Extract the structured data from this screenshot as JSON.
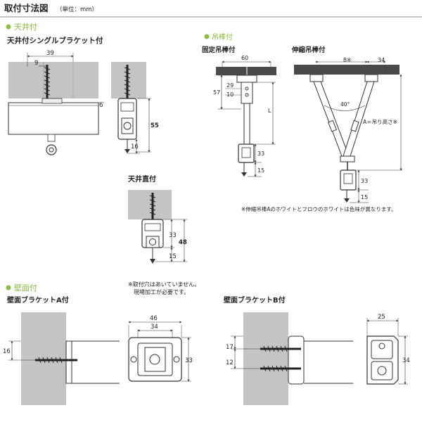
{
  "title": "取付寸法図",
  "unit_note": "（単位：mm）",
  "colors": {
    "accent": "#8cbf3f",
    "wall": "#c4c4c4",
    "dark_bar": "#4a4a4a",
    "line": "#333333"
  },
  "sections": {
    "ceiling": {
      "heading": "天井付",
      "single_bracket": {
        "label": "天井付シングルブラケット付",
        "dims": [
          "39",
          "9",
          "6",
          "55",
          "16"
        ]
      },
      "direct": {
        "label": "天井直付",
        "dims": [
          "33",
          "48",
          "15"
        ],
        "note_line1": "※取付穴はあいていません。",
        "note_line2": "現場加工が必要です。"
      }
    },
    "hanging": {
      "heading": "吊棒付",
      "fixed": {
        "label": "固定吊棒付",
        "dims": [
          "60",
          "29",
          "10",
          "57",
          "L",
          "33",
          "15"
        ]
      },
      "extendable": {
        "label": "伸縮吊棒付",
        "dims": [
          "B※",
          "34",
          "40°",
          "A＝吊り高さ※",
          "33",
          "15"
        ],
        "note": "※伸縮吊棒Aのホワイトとフロウのホワイトは色味が異なります。"
      }
    },
    "wall": {
      "heading": "壁面付",
      "bracket_a": {
        "label": "壁面ブラケットA付",
        "dims": [
          "16",
          "46",
          "34",
          "33"
        ]
      },
      "bracket_b": {
        "label": "壁面ブラケットB付",
        "dims": [
          "17",
          "12",
          "25",
          "34"
        ]
      }
    }
  }
}
